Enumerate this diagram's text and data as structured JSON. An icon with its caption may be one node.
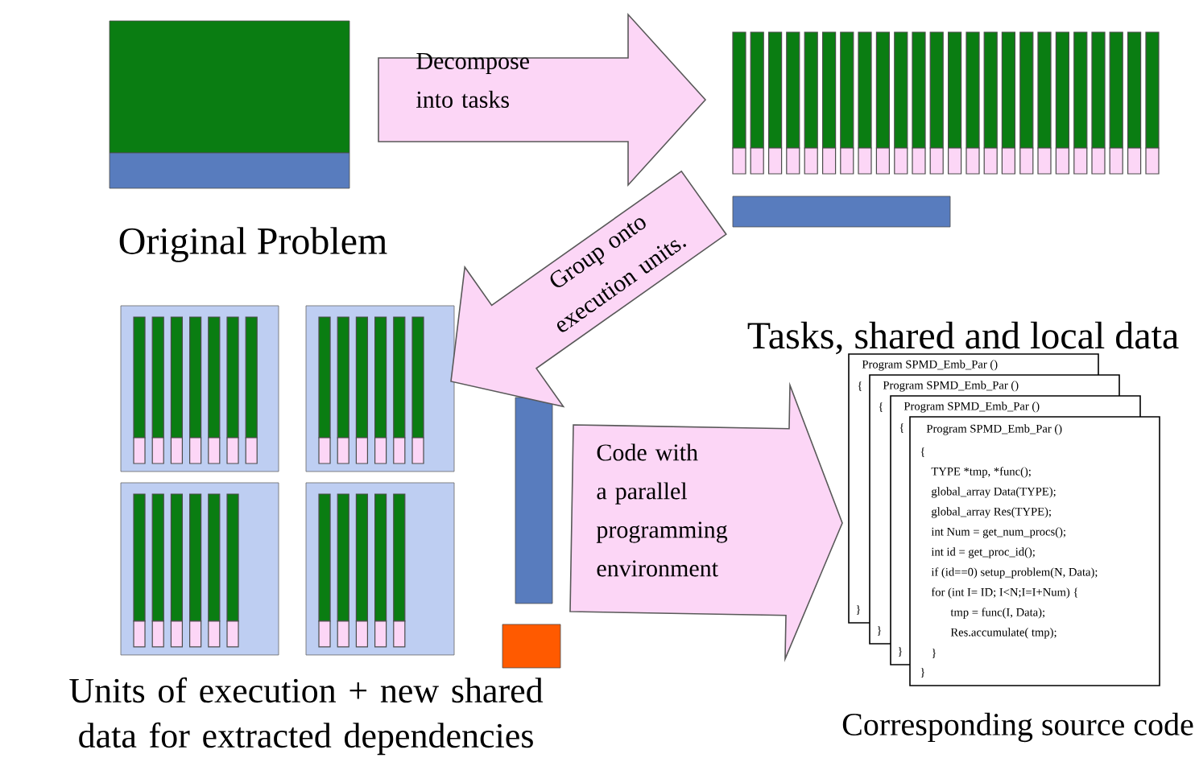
{
  "diagram": {
    "nodes": [
      {
        "text": [
          "Original Problem"
        ]
      },
      {
        "text": [
          "Tasks, shared and local data"
        ]
      },
      {
        "text": [
          "Units of execution + new shared data for extracted dependencies"
        ]
      },
      {
        "text": [
          "Corresponding source code"
        ]
      }
    ],
    "edges": [
      {
        "from": 0,
        "to": 1,
        "arrow": "to",
        "label": "Decompose into tasks"
      },
      {
        "from": 1,
        "to": 2,
        "arrow": "to",
        "label": "Group onto execution units."
      },
      {
        "from": 2,
        "to": 3,
        "arrow": "to",
        "label": "Code with a parallel programming environment"
      }
    ],
    "labels": [
      "Program SPMD_Emb_Par ()",
      "{",
      "Program SPMD_Emb_Par ()",
      "{",
      "Program SPMD_Emb_Par ()",
      "{",
      "Program SPMD_Emb_Par ()",
      "{",
      "TYPE *tmp, *func();",
      "global_array Data(TYPE);",
      "global_array Res(TYPE);",
      "int Num = get_num_procs();",
      "int id = get_proc_id();",
      "if (id==0) setup_problem(N, Data);",
      "for (int I= ID; I<N;I=I+Num) {",
      "tmp = func(I, Data);",
      "Res.accumulate( tmp);",
      "}",
      "}",
      "}",
      "}",
      "}"
    ]
  }
}
